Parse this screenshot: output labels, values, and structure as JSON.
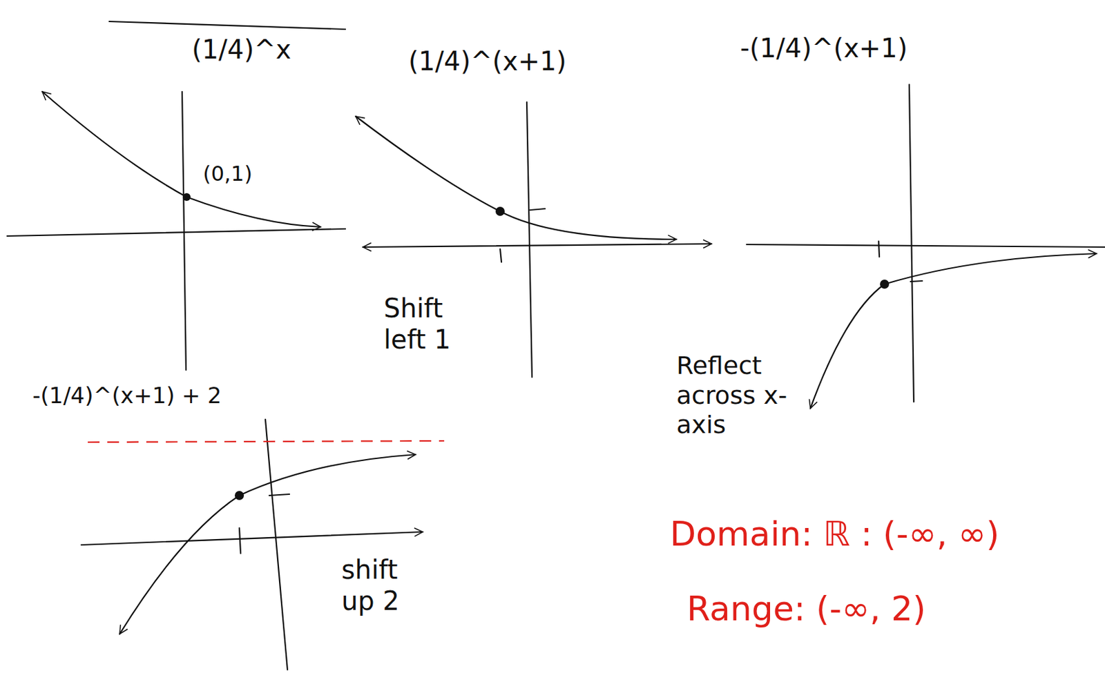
{
  "diagram": {
    "labels": [
      "(1/4)^x",
      "(0,1)",
      "(1/4)^(x+1)",
      "Shift left 1",
      "-(1/4)^(x+1)",
      "Reflect across x-axis",
      "-(1/4)^(x+1) + 2",
      "shift up 2",
      "Domain: ℝ : (-∞, ∞)",
      "Range: (-∞, 2)"
    ]
  }
}
